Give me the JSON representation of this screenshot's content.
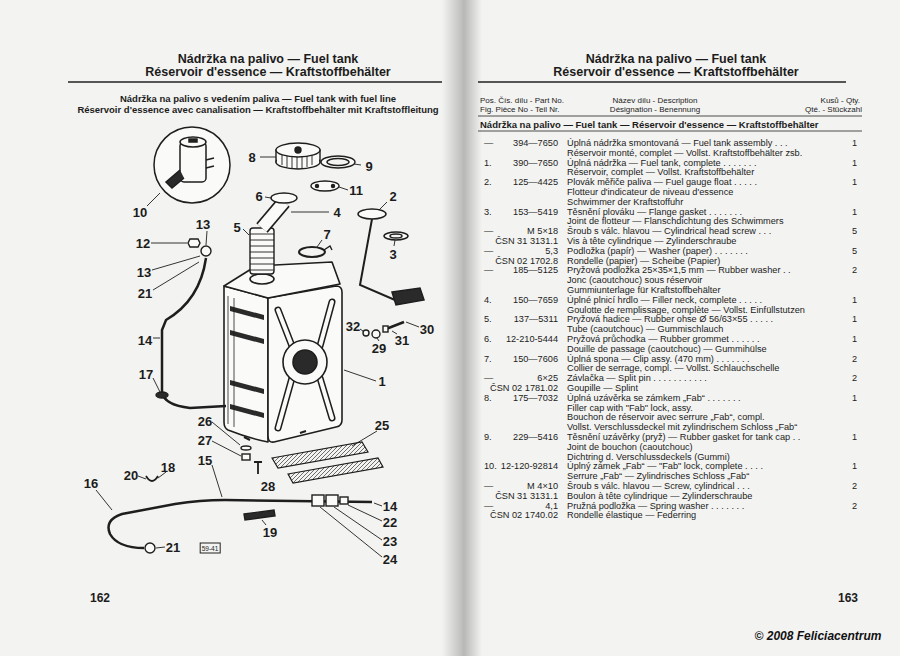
{
  "diagram": {
    "labels": [
      "Nádržka na palivo — Fuel tank",
      "Réservoir d'essence — Kraftstoffbehälter",
      "Nádržka na palivo s vedením paliva — Fuel tank with fuel line",
      "Réservoir d'essence avec canalisation — Kraftstoffbehälter mit Kraftstoffleitung",
      "8",
      "9",
      "11",
      "2",
      "6",
      "10",
      "4",
      "13",
      "5",
      "7",
      "12",
      "3",
      "13",
      "21",
      "32",
      "30",
      "31",
      "14",
      "29",
      "17",
      "1",
      "26",
      "25",
      "27",
      "15",
      "18",
      "20",
      "16",
      "28",
      "14",
      "22",
      "19",
      "23",
      "21",
      "59-41",
      "24",
      "162",
      "Nádržka na palivo — Fuel tank",
      "Réservoir d'essence — Kraftstoffbehälter",
      "Pos. Čís. dílu - Part No.",
      "Fig. Pièce No - Teil Nr.",
      "Název dílu - Description",
      "Désignation - Benennung",
      "Kusů - Qty.",
      "Qté. - Stückzahl",
      "Nádržka na palivo — Fuel tank — Réservoir d'essence — Kraftstoffbehälter",
      "—",
      "394—7650",
      "Úplná nádržka smontovaná — Fuel tank assembly . . .",
      "1",
      "Réservoir monté, complet — Vollst. Kraftstoffbehälter zsb.",
      "1.",
      "390—7650",
      "Úplná nádržka — Fuel tank, complete . . . . . . .",
      "1",
      "Réservoir, complet — Vollst. Kraftstoffbehälter",
      "2.",
      "125—4425",
      "Plovák měřiče paliva — Fuel gauge float . . . . .",
      "1",
      "Flotteur d'indicateur de niveau d'essence",
      "Schwimmer der Kraftstoffuhr",
      "3.",
      "153—5419",
      "Těsnění plováku — Flange gasket . . . . . . .",
      "1",
      "Joint de flotteur — Flanschdichtung des Schwimmers",
      "—",
      "M 5×18",
      "Šroub s válc. hlavou — Cylindrical head screw . . .",
      "5",
      "ČSN 31 3131.1",
      "Vis à tête cylindrique — Zylinderschraube",
      "—",
      "5,3",
      "Podložka (papír) — Washer (paper) . . . . . . .",
      "5",
      "ČSN 02 1702.8",
      "Rondelle (papier) — Scheibe (Papier)",
      "—",
      "185—5125",
      "Pryžová podložka 25×35×1,5 mm — Rubber washer . .",
      "2",
      "Jonc (caoutchouc) sous réservoir",
      "Gummiunterlage für Kraftstoffbehälter",
      "4.",
      "150—7659",
      "Úplné plnicí hrdlo — Filler neck, complete . . . . .",
      "1",
      "Goulotte de remplissage, complète — Vollst. Einfüllstutzen",
      "5.",
      "137—5311",
      "Pryžová hadice — Rubber ohse Ø 56/63×55 . . . . .",
      "1",
      "Tube (caoutchouc) — Gummischlauch",
      "6.",
      "12-210-5444",
      "Pryžová průchodka — Rubber grommet . . . . . .",
      "1",
      "Douille de passage (caoutchouc) — Gummihülse",
      "7.",
      "150—7606",
      "Úplná spona — Clip assy. (470 mm) . . . . . . .",
      "2",
      "Collier de serrage, compl. — Vollst. Schlauchschelle",
      "—",
      "6×25",
      "Závlačka — Split pin . . . . . . . . . . .",
      "2",
      "ČSN 02 1781.02",
      "Goupille — Splint",
      "8.",
      "175—7032",
      "Úplná uzávěrka se zámkem „Fab“ . . . . . . .",
      "1",
      "Filler cap with \"Fab\" lock, assy.",
      "Bouchon de réservoir avec serrure „Fab“, compl.",
      "Vollst. Verschlussdeckel mit zylindrischem Schloss „Fab“",
      "9.",
      "229—5416",
      "Těsnění uzávěrky (pryž) — Rubber gasket for tank cap . .",
      "1",
      "Joint de bouchon (caoutchouc)",
      "Dichtring d. Verschlussdeckels (Gummi)",
      "10.",
      "12-120-92814",
      "Úplný zámek „Fab“ — \"Fab\" lock, complete . . . .",
      "1",
      "Serrure „Fab“ — Zylindrisches Schloss „Fab“",
      "—",
      "M 4×10",
      "Šroub s válc. hlavou — Screw, cylindrical . . .",
      "2",
      "ČSN 31 3131.1",
      "Boulon à tête cylindrique — Zylinderschraube",
      "—",
      "4,1",
      "Pružná podložka — Spring washer . . . . . . .",
      "2",
      "ČSN 02 1740.02",
      "Rondelle élastique — Federring",
      "163",
      "© 2008 Feliciacentrum"
    ]
  }
}
